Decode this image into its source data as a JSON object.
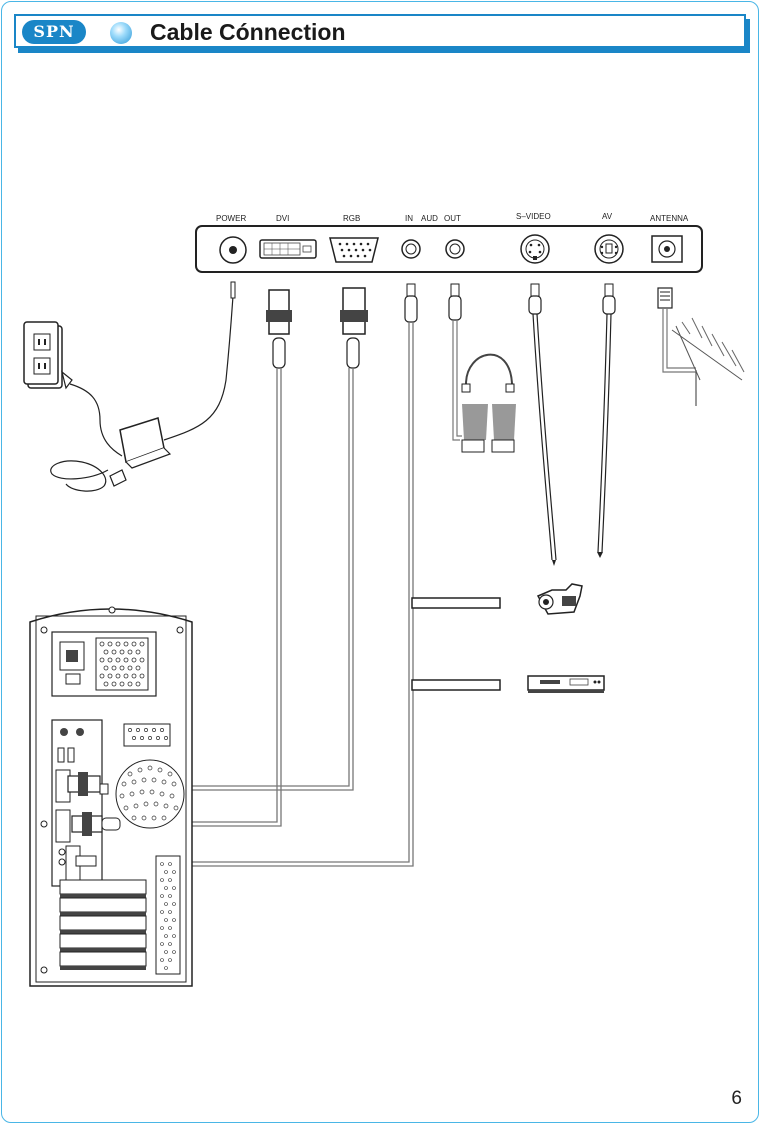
{
  "header": {
    "brand": "SPN",
    "title": "Cable Cónnection"
  },
  "panel": {
    "ports": [
      "POWER",
      "DVI",
      "RGB",
      "IN",
      "AUD",
      "OUT",
      "S–VIDEO",
      "AV",
      "ANTENNA"
    ]
  },
  "page_number": "6",
  "colors": {
    "accent": "#1a86c7",
    "frame": "#4ab6e6"
  }
}
